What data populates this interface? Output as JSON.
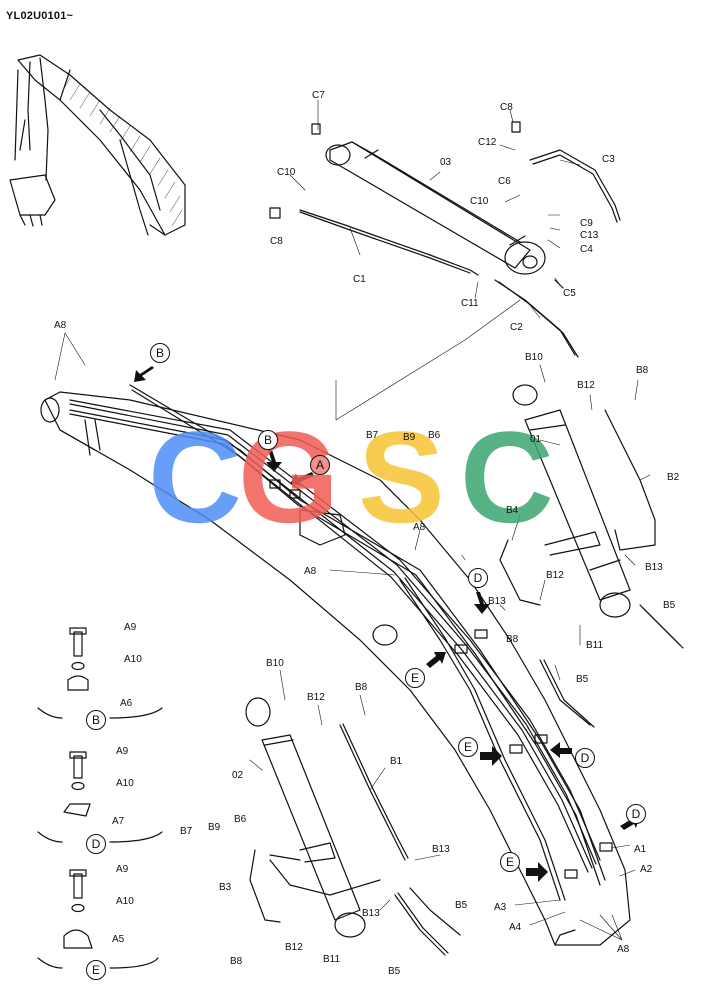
{
  "header": {
    "code": "YL02U0101~"
  },
  "watermark": {
    "letters": [
      "C",
      "G",
      "S",
      "C"
    ],
    "colors": [
      "#4f8ef7",
      "#ef5d55",
      "#f6c433",
      "#3aa572"
    ]
  },
  "colors": {
    "ink": "#111111",
    "arrow": "#111111"
  },
  "views": [
    {
      "id": "view-b",
      "letter": "B",
      "parts": [
        "A9",
        "A10",
        "A6"
      ]
    },
    {
      "id": "view-d",
      "letter": "D",
      "parts": [
        "A9",
        "A10",
        "A7"
      ]
    },
    {
      "id": "view-e",
      "letter": "E",
      "parts": [
        "A9",
        "A10",
        "A5"
      ]
    }
  ],
  "callouts": [
    "B",
    "B",
    "A",
    "D",
    "E",
    "E",
    "D",
    "E",
    "D"
  ],
  "labels": {
    "c7": "C7",
    "c8_top": "C8",
    "c12": "C12",
    "c3": "C3",
    "c6": "C6",
    "c10_right": "C10",
    "c9": "C9",
    "c13": "C13",
    "c4": "C4",
    "p03": "03",
    "c10_left": "C10",
    "c8_left": "C8",
    "c1": "C1",
    "c11": "C11",
    "c5": "C5",
    "c2": "C2",
    "a8_topleft": "A8",
    "b10_top": "B10",
    "b12_top": "B12",
    "b8_top": "B8",
    "b7_mid": "B7",
    "b9_mid": "B9",
    "b6_mid": "B6",
    "p01": "01",
    "b2": "B2",
    "a8_mid1": "A8",
    "a8_mid2": "A8",
    "b4": "B4",
    "b12_mid": "B12",
    "b13_mid": "B13",
    "b13_right": "B13",
    "b8_mid": "B8",
    "b11_mid": "B11",
    "b5_right": "B5",
    "b5_mid": "B5",
    "a9_b": "A9",
    "a10_b": "A10",
    "a6": "A6",
    "a9_d": "A9",
    "a10_d": "A10",
    "a7": "A7",
    "a9_e": "A9",
    "a10_e": "A10",
    "a5": "A5",
    "b10_low": "B10",
    "b12_low": "B12",
    "b8_low": "B8",
    "p02": "02",
    "b1": "B1",
    "b13_low": "B13",
    "b7_low": "B7",
    "b9_low": "B9",
    "b6_low": "B6",
    "b3": "B3",
    "b13_low2": "B13",
    "b5_low1": "B5",
    "b5_low2": "B5",
    "b8_bot": "B8",
    "b12_bot": "B12",
    "b11_bot": "B11",
    "a1": "A1",
    "a2": "A2",
    "a3": "A3",
    "a4": "A4",
    "a8_bot": "A8"
  }
}
